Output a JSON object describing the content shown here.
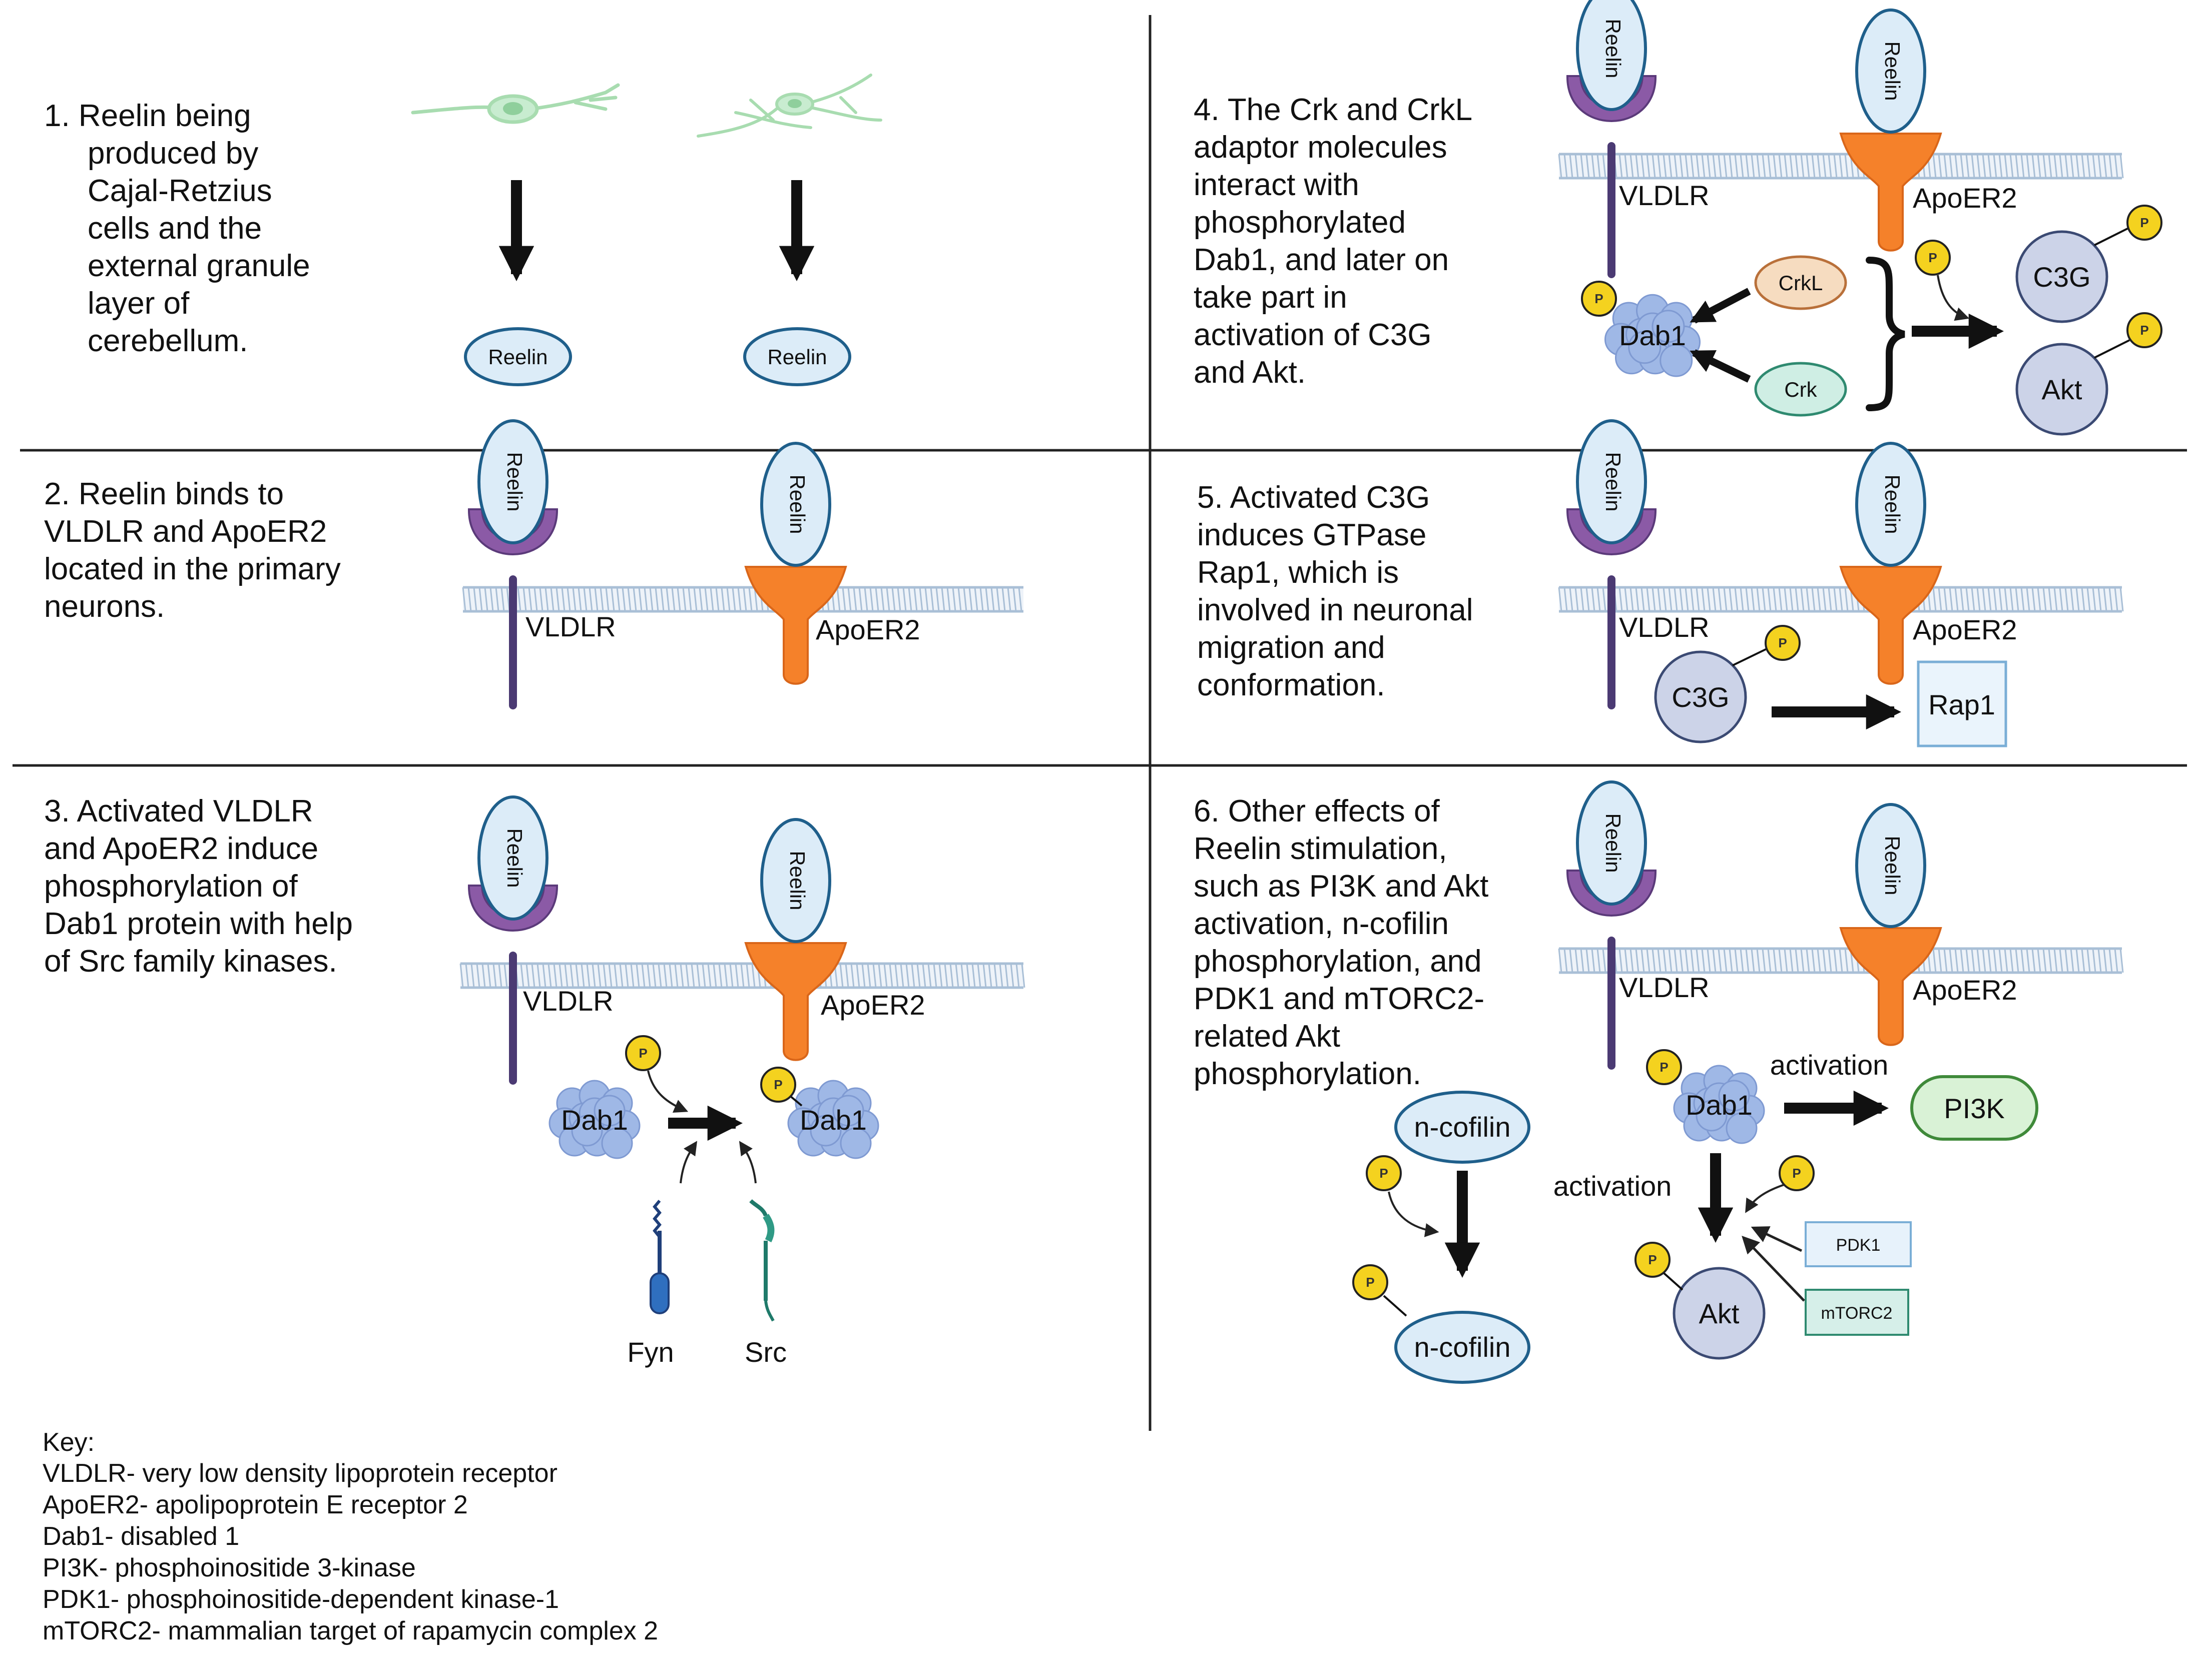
{
  "panels": {
    "p1": {
      "caption": [
        "1.  Reelin being",
        "produced by",
        "Cajal-Retzius",
        "cells and the",
        "external granule",
        "layer of",
        "cerebellum."
      ],
      "reelin": "Reelin"
    },
    "p2": {
      "caption": [
        "2. Reelin binds to",
        "VLDLR and ApoER2",
        "located in the primary",
        "neurons."
      ]
    },
    "p3": {
      "caption": [
        "3. Activated VLDLR",
        "and ApoER2 induce",
        "phosphorylation of",
        "Dab1 protein with help",
        "of Src family kinases."
      ],
      "fyn": "Fyn",
      "src": "Src"
    },
    "p4": {
      "caption": [
        "4. The Crk and CrkL",
        "adaptor molecules",
        "interact with",
        "phosphorylated",
        "Dab1, and later on",
        "take part in",
        "activation of C3G",
        "and Akt."
      ],
      "crkl": "CrkL",
      "crk": "Crk"
    },
    "p5": {
      "caption": [
        "5. Activated C3G",
        "induces GTPase",
        "Rap1, which is",
        "involved in neuronal",
        "migration and",
        "conformation."
      ],
      "rap1": "Rap1"
    },
    "p6": {
      "caption": [
        "6. Other effects of",
        "Reelin stimulation,",
        "such as PI3K and Akt",
        "activation, n-cofilin",
        "phosphorylation, and",
        "PDK1 and mTORC2-",
        "related Akt",
        "phosphorylation."
      ],
      "ncofilin": "n-cofilin",
      "activation": "activation",
      "pi3k": "PI3K",
      "pdk1": "PDK1",
      "mtorc2": "mTORC2"
    }
  },
  "labels": {
    "reelin": "Reelin",
    "vldlr": "VLDLR",
    "apoer2": "ApoER2",
    "dab1": "Dab1",
    "p": "P",
    "c3g": "C3G",
    "akt": "Akt"
  },
  "key": {
    "title": "Key:",
    "lines": [
      "VLDLR- very low density lipoprotein receptor",
      "ApoER2- apolipoprotein E receptor 2",
      "Dab1- disabled 1",
      "PI3K- phosphoinositide 3-kinase",
      "PDK1- phosphoinositide-dependent kinase-1",
      "mTORC2- mammalian target of rapamycin complex 2"
    ]
  },
  "colors": {
    "reelin_fill": "#dcecf8",
    "reelin_stroke": "#1f5f8b",
    "vldlr": "#8b5aa6",
    "vldlr_stem": "#4b3a73",
    "apoer2": "#f5812a",
    "membrane": "#a9bfd6",
    "dab1": "#9fb8e6",
    "phospho": "#f4d21f",
    "crkl": "#f6dcc0",
    "crk": "#cfeee4",
    "c3g": "#ccd3e8",
    "pi3k": "#d9f2d6",
    "pi3k_stroke": "#3f8a3a",
    "pdk1": "#e7f2fb",
    "mtorc2": "#d6efe9",
    "neuron": "#a8dcb0"
  }
}
